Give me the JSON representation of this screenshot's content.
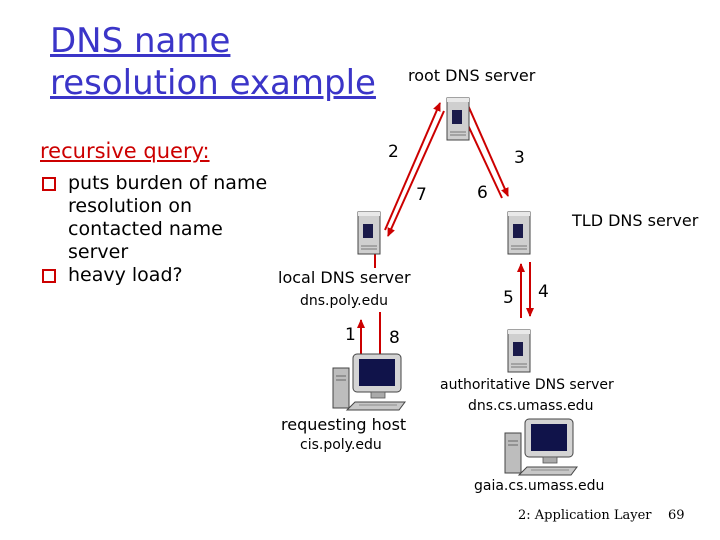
{
  "title": {
    "line1": "DNS name",
    "line2": "resolution example"
  },
  "recursive_query": "recursive query:",
  "bullets": [
    "puts burden of name resolution on contacted name server",
    "heavy load?"
  ],
  "servers": {
    "root": "root DNS server",
    "tld": "TLD DNS server",
    "local": "local DNS server",
    "local_host": "dns.poly.edu",
    "authoritative": "authoritative DNS server",
    "authoritative_host": "dns.cs.umass.edu"
  },
  "hosts": {
    "requesting": "requesting host",
    "requesting_name": "cis.poly.edu",
    "target_name": "gaia.cs.umass.edu"
  },
  "steps": {
    "s1": "1",
    "s2": "2",
    "s3": "3",
    "s4": "4",
    "s5": "5",
    "s6": "6",
    "s7": "7",
    "s8": "8"
  },
  "footer": {
    "chapter": "2: Application Layer",
    "page": "69"
  },
  "colors": {
    "title": "#3b35c8",
    "arrow": "#cc0000",
    "server_body": "#cfcfcf"
  },
  "icons": [
    "server-icon",
    "workstation-icon",
    "bullet-box-icon"
  ]
}
